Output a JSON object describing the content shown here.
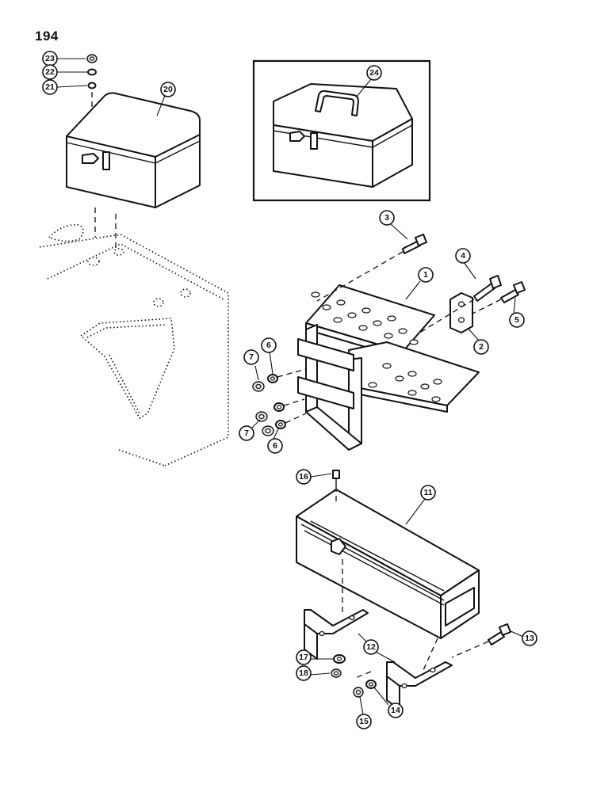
{
  "page": {
    "number": "194"
  },
  "callouts": {
    "c1": "1",
    "c2": "2",
    "c3": "3",
    "c4": "4",
    "c5": "5",
    "c6a": "6",
    "c6b": "6",
    "c7a": "7",
    "c7b": "7",
    "c11": "11",
    "c12": "12",
    "c13": "13",
    "c14": "14",
    "c15": "15",
    "c16": "16",
    "c17": "17",
    "c18": "18",
    "c20": "20",
    "c21": "21",
    "c22": "22",
    "c23": "23",
    "c24": "24"
  }
}
